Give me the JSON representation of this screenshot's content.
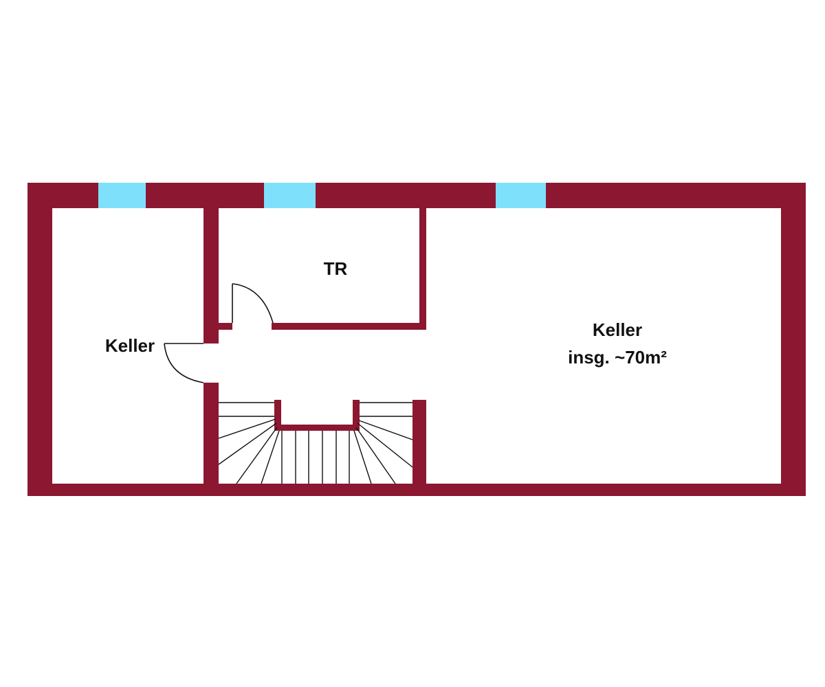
{
  "plan": {
    "wall_color": "#8b1730",
    "window_color": "#7fe0fb",
    "background_color": "#ffffff",
    "rooms": {
      "keller_left": {
        "label": "Keller"
      },
      "tr": {
        "label": "TR"
      },
      "keller_right": {
        "label_line1": "Keller",
        "label_line2": "insg. ~70m²"
      }
    }
  }
}
